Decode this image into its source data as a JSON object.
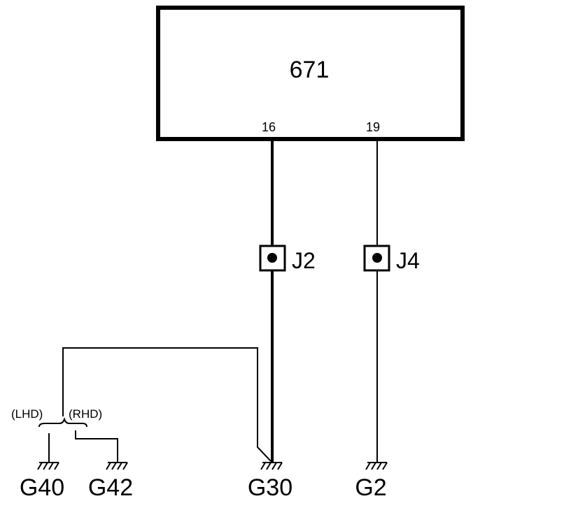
{
  "module": {
    "number": "671"
  },
  "pins": {
    "pin_a": "16",
    "pin_b": "19"
  },
  "connectors": {
    "conn_a": "J2",
    "conn_b": "J4"
  },
  "options": {
    "left": "(LHD)",
    "right": "(RHD)"
  },
  "grounds": {
    "g40": "G40",
    "g42": "G42",
    "g30": "G30",
    "g2": "G2"
  },
  "colors": {
    "ink": "#000000",
    "background": "#ffffff"
  }
}
